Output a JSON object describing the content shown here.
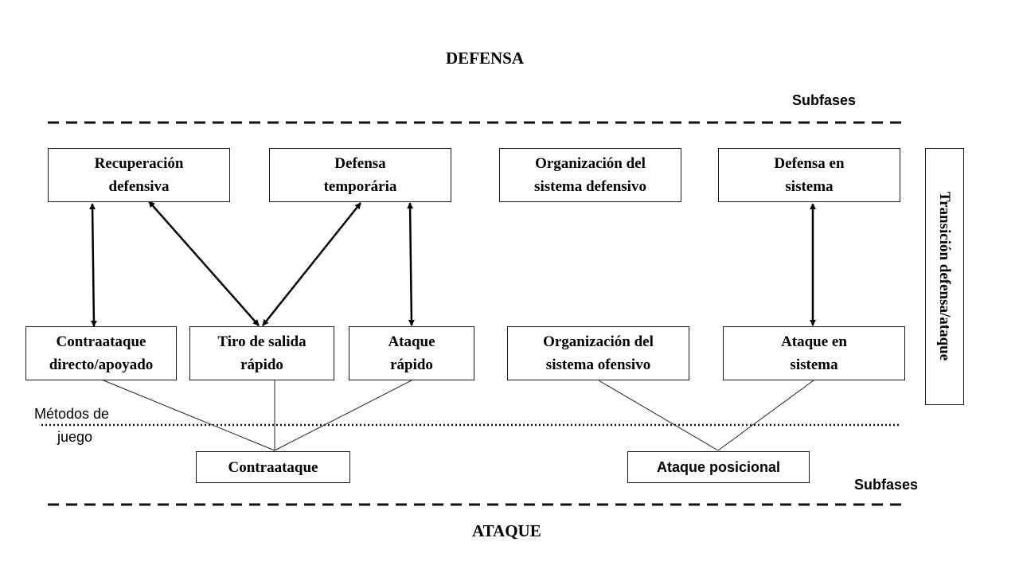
{
  "headings": {
    "top": "DEFENSA",
    "bottom": "ATAQUE",
    "subfases_top": "Subfases",
    "subfases_bottom": "Subfases",
    "metodos_line1": "Métodos de",
    "metodos_line2": "juego",
    "side_label": "Transición defensa/ataque"
  },
  "defense_boxes": [
    {
      "line1": "Recuperación",
      "line2": "defensiva"
    },
    {
      "line1": "Defensa",
      "line2": "temporária"
    },
    {
      "line1": "Organización del",
      "line2": "sistema defensivo"
    },
    {
      "line1": "Defensa en",
      "line2": "sistema"
    }
  ],
  "attack_boxes": [
    {
      "line1": "Contraataque",
      "line2": "directo/apoyado"
    },
    {
      "line1": "Tiro de salida",
      "line2": "rápido"
    },
    {
      "line1": "Ataque",
      "line2": "rápido"
    },
    {
      "line1": "Organización del",
      "line2": "sistema ofensivo"
    },
    {
      "line1": "Ataque en",
      "line2": "sistema"
    }
  ],
  "method_boxes": {
    "contraataque": "Contraataque",
    "ataque_posicional": "Ataque posicional"
  }
}
